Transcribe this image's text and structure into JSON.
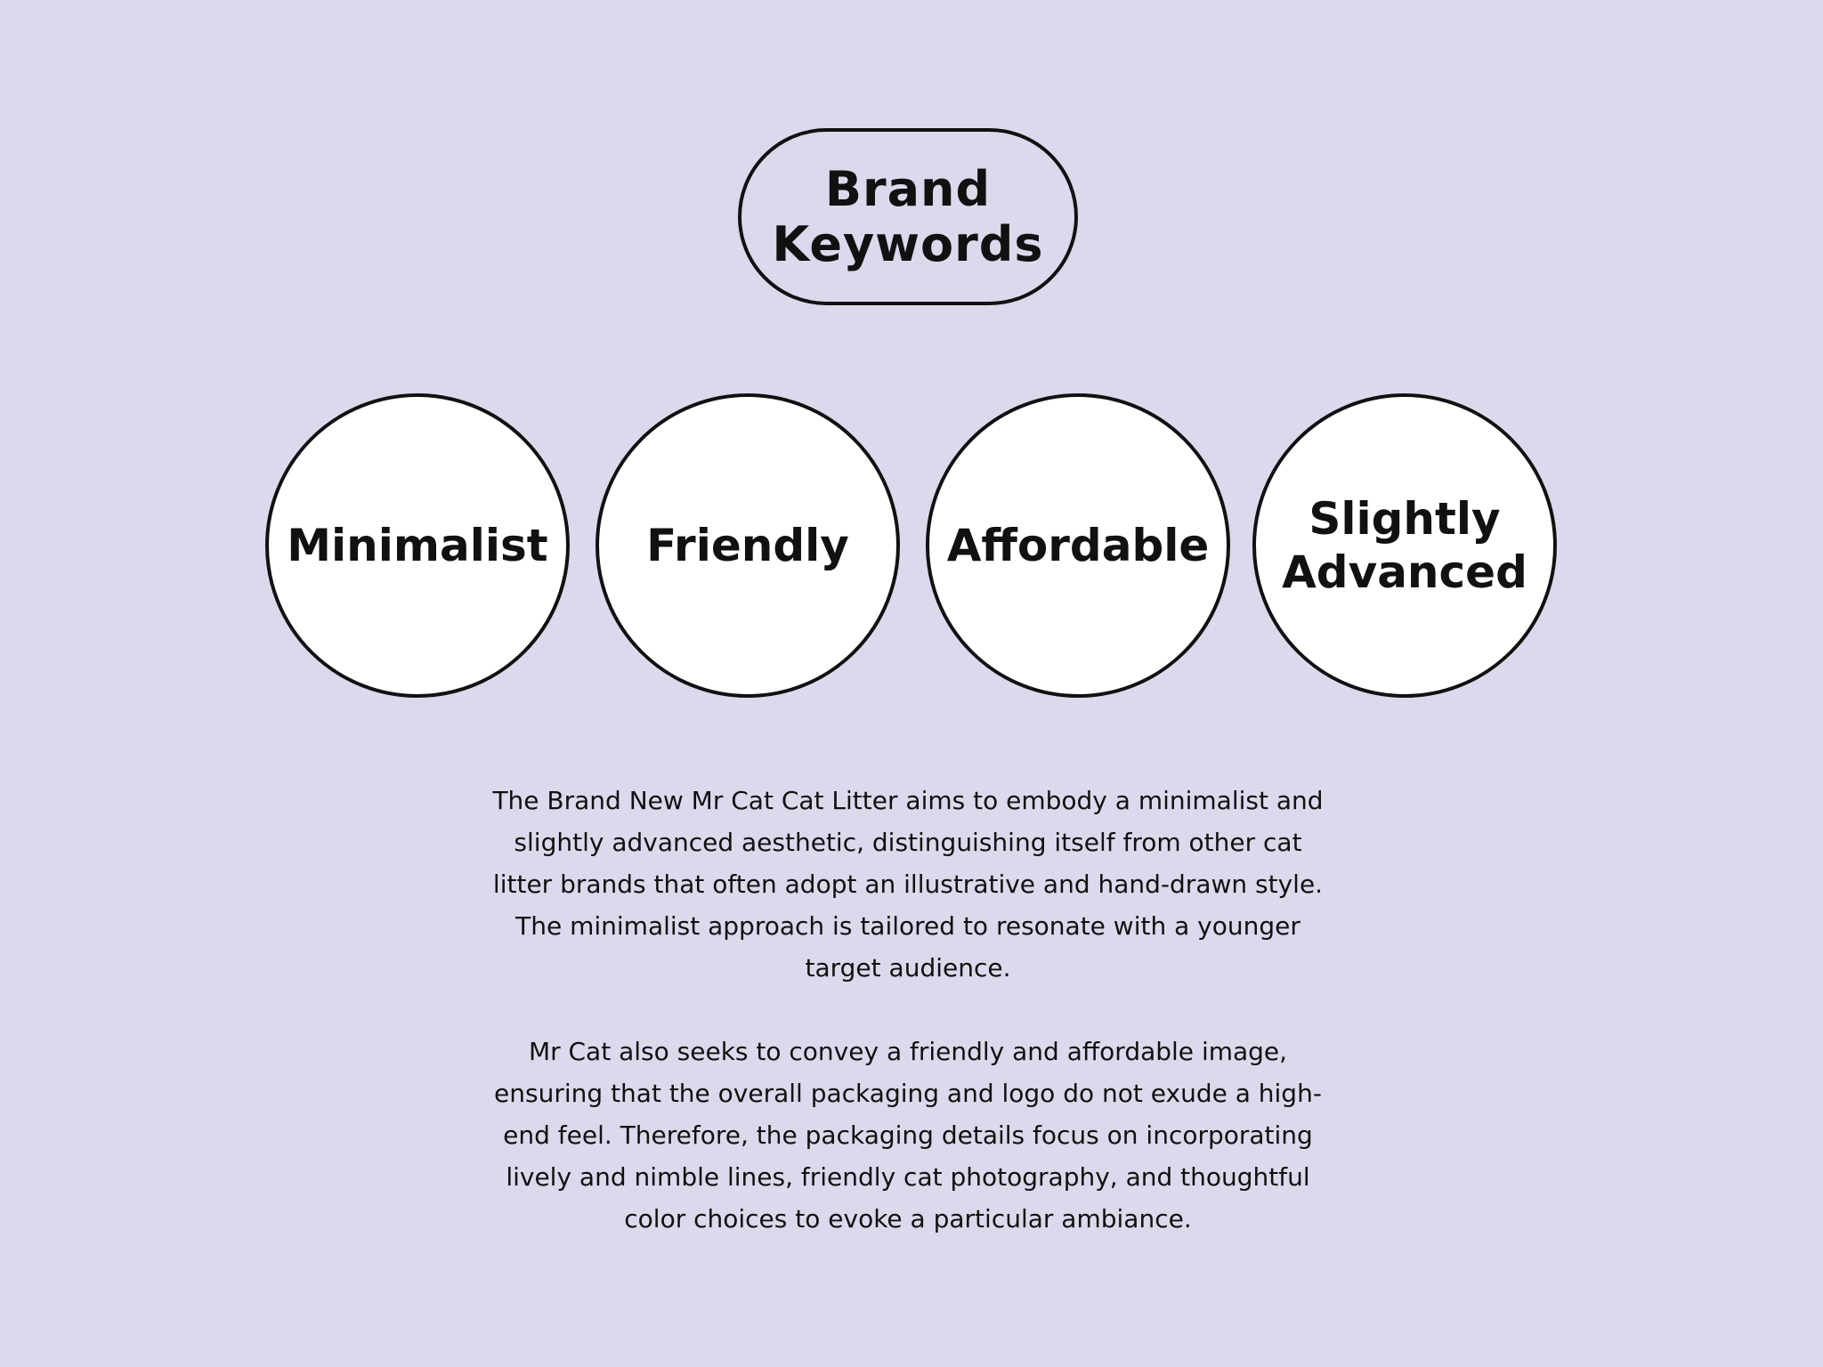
{
  "colors": {
    "background": "#dcd9ec",
    "ink": "#111111",
    "circle_fill": "#ffffff"
  },
  "title": "Brand\nKeywords",
  "keywords": [
    "Minimalist",
    "Friendly",
    "Affordable",
    "Slightly\nAdvanced"
  ],
  "description": {
    "paragraph_1": "The Brand New Mr Cat Cat Litter aims to embody a minimalist and slightly advanced aesthetic, distinguishing itself from other cat litter brands that often adopt an illustrative and hand-drawn style. The minimalist approach is tailored to resonate with a younger target audience.",
    "paragraph_2": "Mr Cat also seeks to convey a friendly and affordable image, ensuring that the overall packaging and logo do not exude a high-end feel. Therefore, the packaging details focus on incorporating lively and nimble lines, friendly cat photography, and thoughtful color choices to evoke a particular ambiance."
  }
}
